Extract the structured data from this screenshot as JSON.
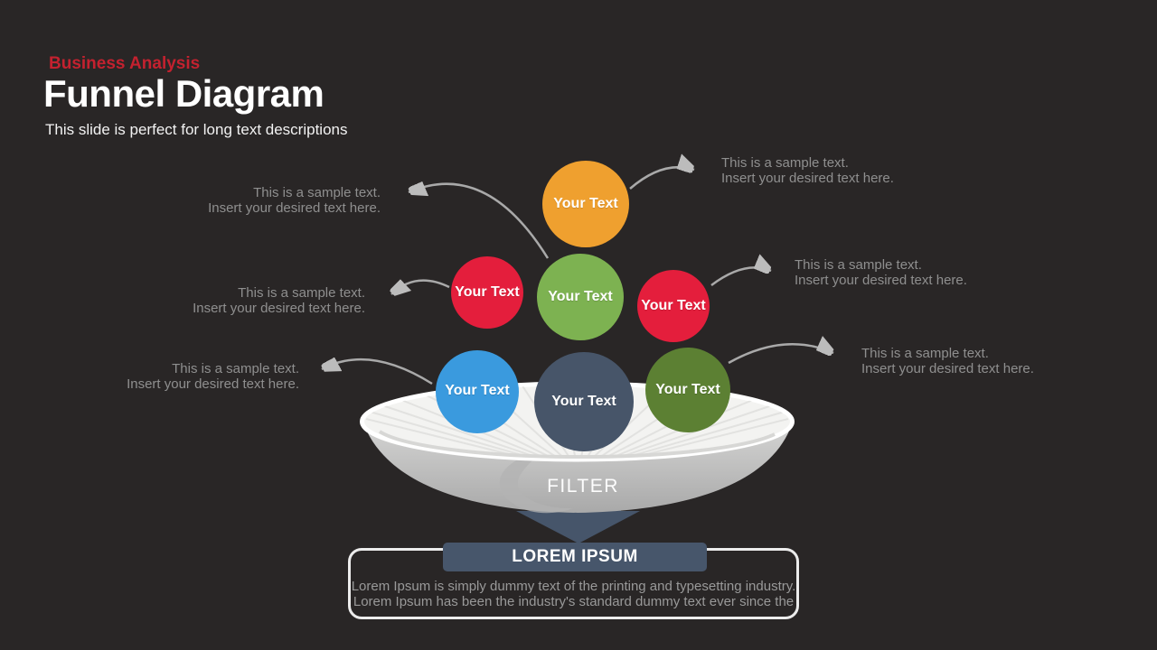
{
  "slide": {
    "eyebrow": "Business Analysis",
    "title": "Funnel Diagram",
    "subtitle": "This slide is perfect for long text descriptions",
    "colors": {
      "background": "#292626",
      "accent_red": "#C4212F",
      "annotation_gray": "#8F8F8F",
      "arrow_gray": "#A9A9A9",
      "bar_slate": "#47566B"
    }
  },
  "diagram": {
    "funnel_label": "FILTER",
    "circles": [
      {
        "id": "top-orange",
        "label": "Your Text",
        "color": "#EFA02F"
      },
      {
        "id": "mid-left-red",
        "label": "Your Text",
        "color": "#E41E3C"
      },
      {
        "id": "mid-center-green",
        "label": "Your Text",
        "color": "#7DB251"
      },
      {
        "id": "mid-right-red",
        "label": "Your Text",
        "color": "#E41E3C"
      },
      {
        "id": "bottom-left-blue",
        "label": "Your Text",
        "color": "#3A9ADE"
      },
      {
        "id": "bottom-center-slate",
        "label": "Your Text",
        "color": "#475569"
      },
      {
        "id": "bottom-right-olive",
        "label": "Your Text",
        "color": "#5C8033"
      }
    ],
    "annotations": {
      "left": [
        {
          "line1": "This is a sample text.",
          "line2": "Insert your desired text here."
        },
        {
          "line1": "This is a sample text.",
          "line2": "Insert your desired text here."
        },
        {
          "line1": "This is a sample text.",
          "line2": "Insert your desired text here."
        }
      ],
      "right": [
        {
          "line1": "This is a sample text.",
          "line2": "Insert your desired text here."
        },
        {
          "line1": "This is a sample text.",
          "line2": "Insert your desired text here."
        },
        {
          "line1": "This is a sample text.",
          "line2": "Insert your desired text here."
        }
      ]
    }
  },
  "callout": {
    "header": "LOREM IPSUM",
    "body_line1": "Lorem Ipsum is simply dummy text of the printing and typesetting industry.",
    "body_line2": "Lorem Ipsum has been the industry's standard dummy text ever since the"
  }
}
